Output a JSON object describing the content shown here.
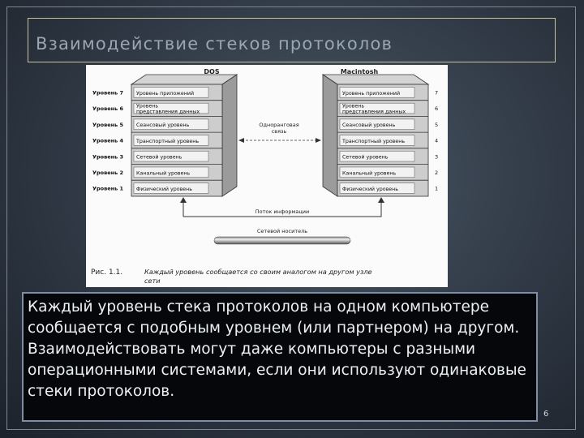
{
  "slide": {
    "title": "Взаимодействие стеков протоколов",
    "body_text": "Каждый уровень стека протоколов на одном компьютере сообщается с подобным уровнем (или партнером) на другом. Взаимодействовать могут даже компьютеры с разными операционными системами, если они используют одинаковые стеки протоколов.",
    "page_number": "6"
  },
  "figure": {
    "left_stack_title": "DOS",
    "right_stack_title": "Macintosh",
    "levels": [
      {
        "label": "Уровень 7",
        "number": "7",
        "lines": [
          "Уровень приложений"
        ]
      },
      {
        "label": "Уровень 6",
        "number": "6",
        "lines": [
          "Уровень",
          "представления данных"
        ]
      },
      {
        "label": "Уровень 5",
        "number": "5",
        "lines": [
          "Сеансовый уровень"
        ]
      },
      {
        "label": "Уровень 4",
        "number": "4",
        "lines": [
          "Транспортный уровень"
        ]
      },
      {
        "label": "Уровень 3",
        "number": "3",
        "lines": [
          "Сетевой уровень"
        ]
      },
      {
        "label": "Уровень 2",
        "number": "2",
        "lines": [
          "Канальный уровень"
        ]
      },
      {
        "label": "Уровень 1",
        "number": "1",
        "lines": [
          "Физический уровень"
        ]
      }
    ],
    "peer_link_lines": [
      "Одноранговая",
      "связь"
    ],
    "info_flow_label": "Поток информации",
    "medium_label": "Сетевой носитель",
    "figure_ref": "Рис. 1.1.",
    "figure_caption_lines": [
      "Каждый уровень сообщается со своим аналогом на другом узле",
      "сети"
    ]
  }
}
